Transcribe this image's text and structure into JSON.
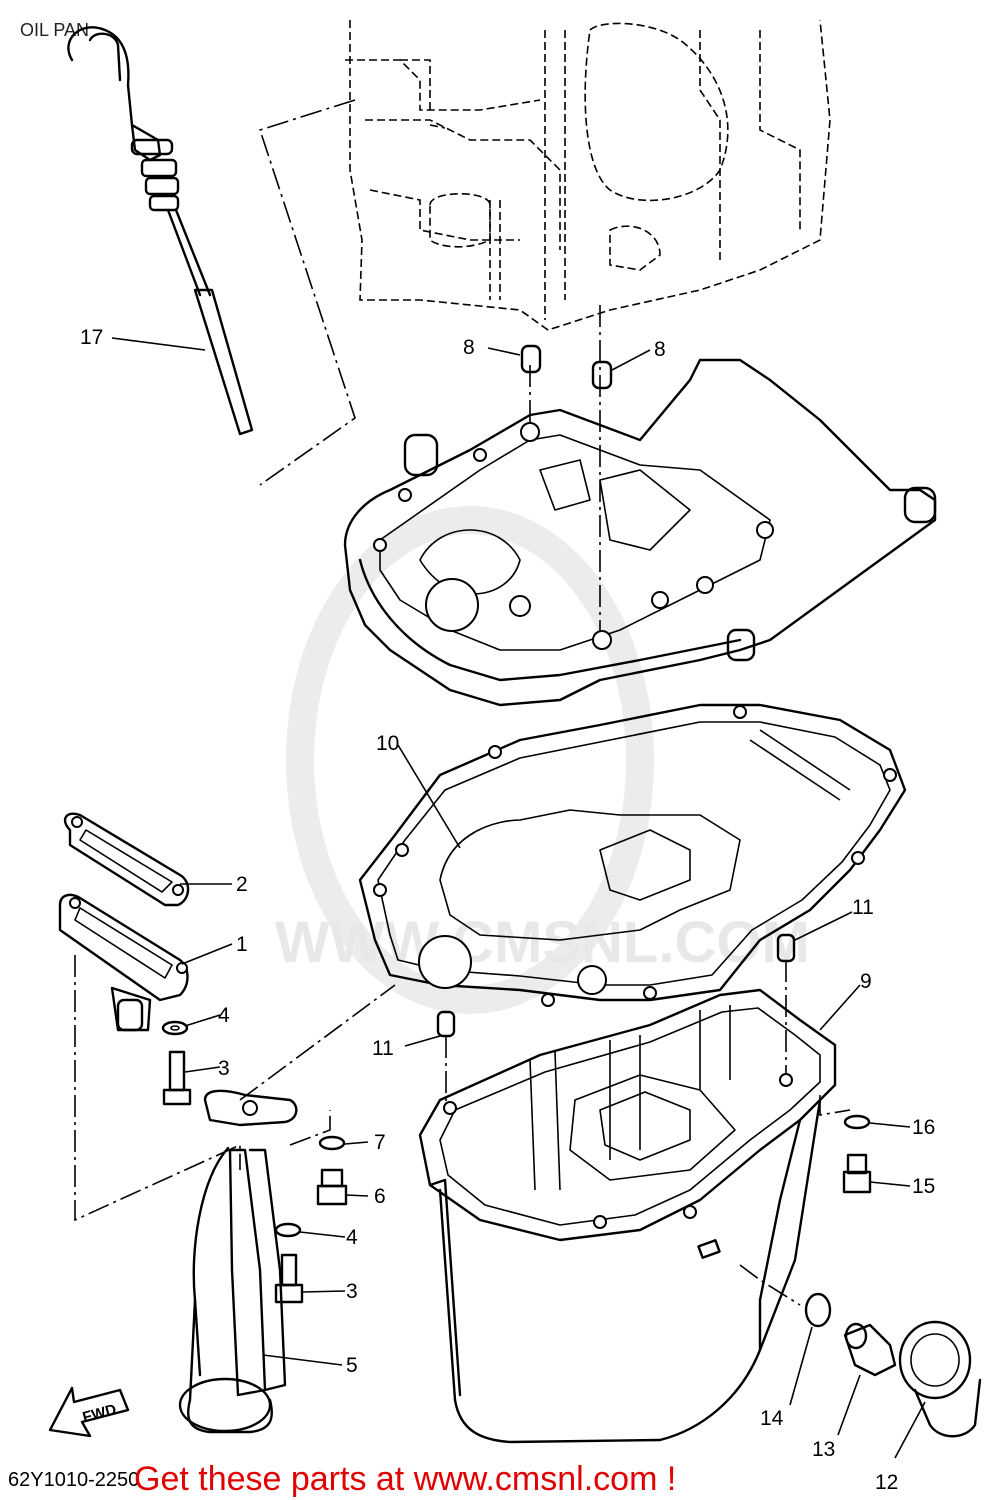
{
  "title": "OIL PAN",
  "diagram_code": "62Y1010-2250",
  "promo_text": "Get these parts at www.cmsnl.com !",
  "watermark_text": "WWW.CMSNL.COM",
  "fwd_label": "FWD",
  "colors": {
    "promo": "#e00000",
    "watermark": "#e8e8e8",
    "line": "#000000"
  },
  "callouts": [
    {
      "id": "17",
      "label": "17"
    },
    {
      "id": "8a",
      "label": "8"
    },
    {
      "id": "8b",
      "label": "8"
    },
    {
      "id": "10",
      "label": "10"
    },
    {
      "id": "2",
      "label": "2"
    },
    {
      "id": "1",
      "label": "1"
    },
    {
      "id": "4a",
      "label": "4"
    },
    {
      "id": "3a",
      "label": "3"
    },
    {
      "id": "11a",
      "label": "11"
    },
    {
      "id": "11b",
      "label": "11"
    },
    {
      "id": "9",
      "label": "9"
    },
    {
      "id": "7",
      "label": "7"
    },
    {
      "id": "6",
      "label": "6"
    },
    {
      "id": "4b",
      "label": "4"
    },
    {
      "id": "3b",
      "label": "3"
    },
    {
      "id": "5",
      "label": "5"
    },
    {
      "id": "16",
      "label": "16"
    },
    {
      "id": "15",
      "label": "15"
    },
    {
      "id": "14",
      "label": "14"
    },
    {
      "id": "13",
      "label": "13"
    },
    {
      "id": "12",
      "label": "12"
    }
  ]
}
